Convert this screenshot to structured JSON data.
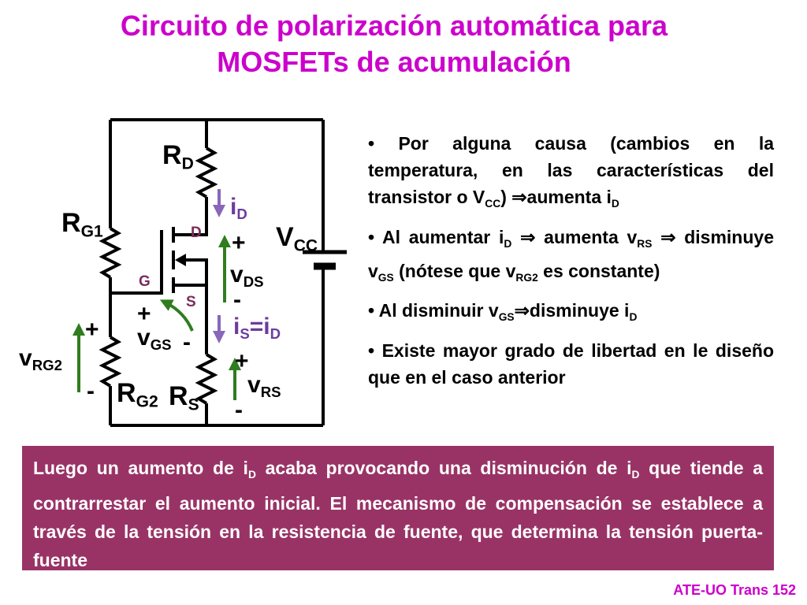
{
  "title": {
    "line1": "Circuito de polarización automática para",
    "line2": "MOSFETs de acumulación"
  },
  "diagram": {
    "rd": {
      "main": "R",
      "sub": "D"
    },
    "rg1": {
      "main": "R",
      "sub": "G1"
    },
    "rg2": {
      "main": "R",
      "sub": "G2"
    },
    "rs": {
      "main": "R",
      "sub": "S"
    },
    "vcc": {
      "main": "V",
      "sub": "CC"
    },
    "pin_d": "D",
    "pin_g": "G",
    "pin_s": "S",
    "id": {
      "main": "i",
      "sub": "D"
    },
    "is": {
      "main1": "i",
      "sub1": "S",
      "eq": "=i",
      "sub2": "D"
    },
    "vds": {
      "main": "v",
      "sub": "DS",
      "plus": "+",
      "minus": "-"
    },
    "vgs": {
      "main": "v",
      "sub": "GS",
      "plus": "+",
      "minus": "-"
    },
    "vrg2": {
      "main": "v",
      "sub": "RG2",
      "plus": "+",
      "minus": "-"
    },
    "vrs": {
      "main": "v",
      "sub": "RS",
      "plus": "+",
      "minus": "-"
    },
    "colors": {
      "wire": "#000000",
      "green_arrow": "#2f7d1f",
      "purple_arrow": "#8866bb"
    }
  },
  "bullets": {
    "marker": "•",
    "b1": {
      "t1": "Por alguna causa (cambios en la temperatura, en las características del transistor o V",
      "s1": "CC",
      "t2": ") ",
      "arrow": "⇒",
      "t3": "aumenta i",
      "s2": "D"
    },
    "b2": {
      "t1": "Al aumentar i",
      "s1": "D",
      "t2": " ⇒ aumenta v",
      "s2": "RS",
      "t3": " ⇒ disminuye v",
      "s3": "GS",
      "t4": " (nótese que v",
      "s4": "RG2",
      "t5": " es constante)"
    },
    "b3": {
      "t1": "Al disminuir v",
      "s1": "GS",
      "t2": "⇒disminuye i",
      "s2": "D"
    },
    "b4": {
      "t1": "Existe mayor grado de libertad en le diseño que en el caso anterior"
    }
  },
  "conclusion": {
    "t1": "Luego un aumento de i",
    "s1": "D",
    "t2": " acaba provocando una disminución de i",
    "s2": "D",
    "t3": " que tiende a contrarrestar el aumento inicial. El mecanismo de compensación se establece a través de la tensión en la resistencia de fuente, que determina la tensión puerta-fuente",
    "bg_color": "#993366"
  },
  "footer": "ATE-UO Trans 152"
}
